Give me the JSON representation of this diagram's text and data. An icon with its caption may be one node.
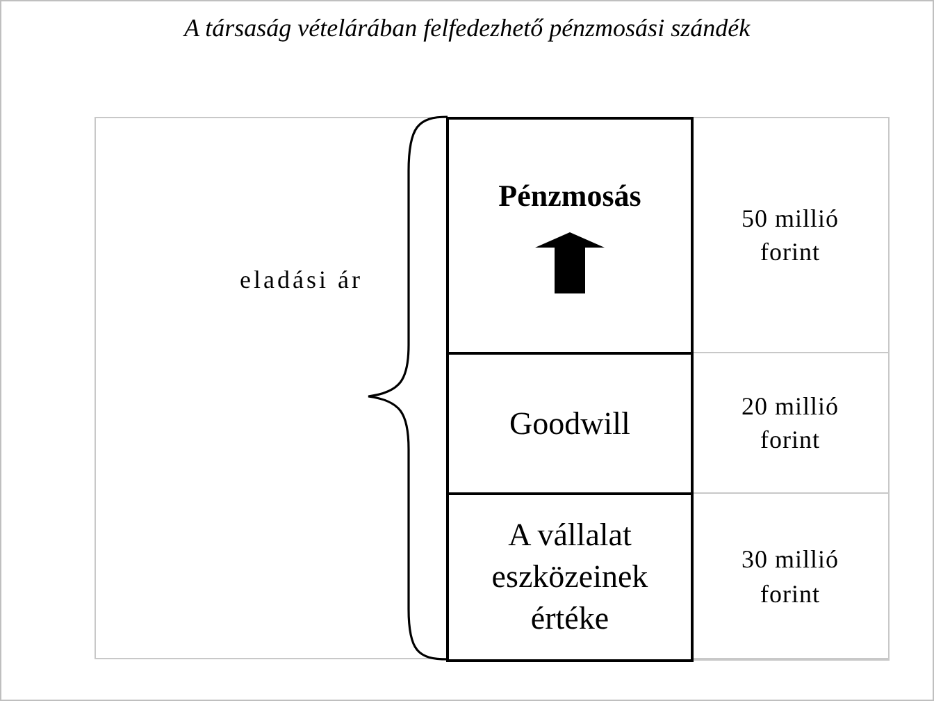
{
  "diagram": {
    "title": "A társaság vételárában felfedezhető pénzmosási szándék",
    "nodes": [
      {
        "text": [
          "Pénzmosás"
        ]
      },
      {
        "text": [
          "Goodwill"
        ]
      },
      {
        "text": [
          "A vállalat eszközeinek értéke"
        ]
      }
    ],
    "labels": [
      "eladási ár",
      "50 millió forint",
      "20 millió forint",
      "30 millió forint"
    ]
  }
}
